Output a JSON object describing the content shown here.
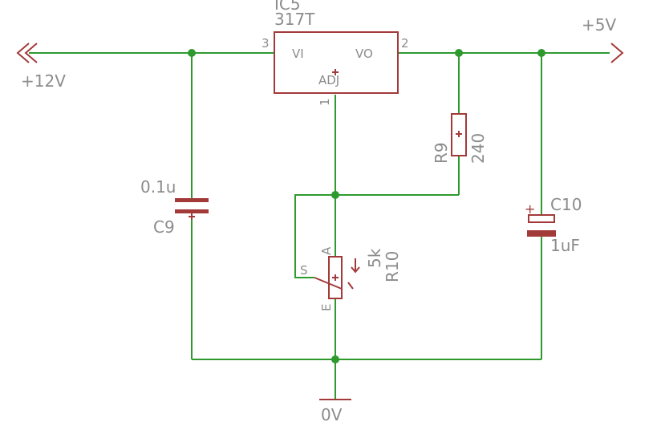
{
  "supply": {
    "input_label": "+12V",
    "output_label": "+5V",
    "ground_label": "0V"
  },
  "regulator": {
    "name": "IC5",
    "value": "317T",
    "pin_vi": "VI",
    "pin_vo": "VO",
    "pin_adj": "ADJ",
    "pin_num_in": "3",
    "pin_num_out": "2",
    "pin_num_adj": "1"
  },
  "c9": {
    "name": "C9",
    "value": "0.1u"
  },
  "c10": {
    "name": "C10",
    "value": "1uF"
  },
  "r9": {
    "name": "R9",
    "value": "240"
  },
  "r10": {
    "name": "R10",
    "value": "5k",
    "pin_a": "A",
    "pin_e": "E",
    "pin_s": "S"
  },
  "colors": {
    "wire": "#2e9a2e",
    "part": "#a33a3a",
    "text": "#8c8c8c"
  }
}
